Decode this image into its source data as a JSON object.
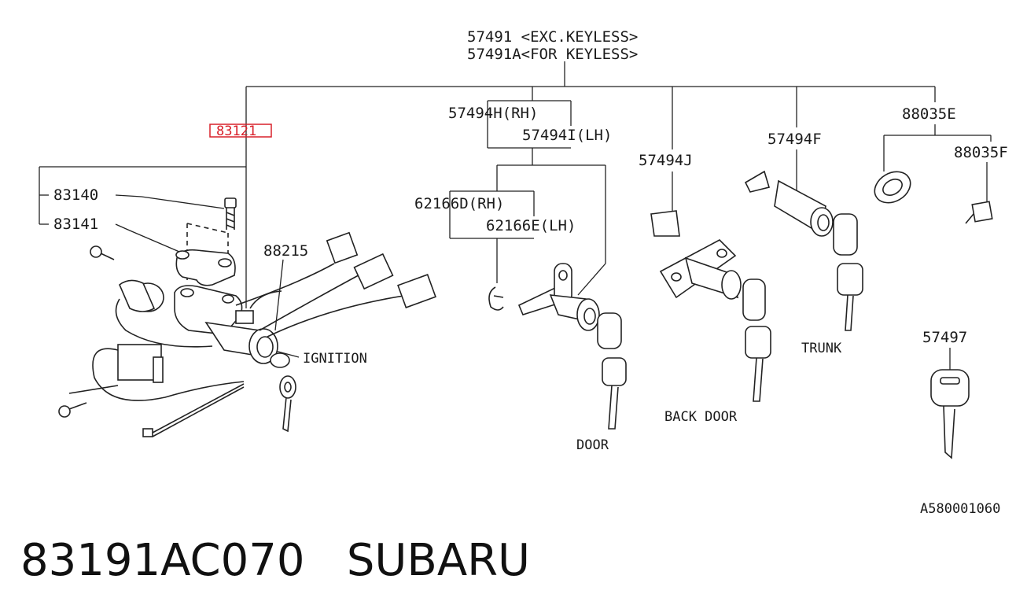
{
  "labels": {
    "p57491": "57491  <EXC.KEYLESS>",
    "p57491a": "57491A<FOR KEYLESS>",
    "p83121": "83121",
    "p83140": "83140",
    "p83141": "83141",
    "p88215": "88215",
    "ignition": "IGNITION",
    "p57494h": "57494H(RH)",
    "p57494i": "57494I(LH)",
    "p62166d": "62166D(RH)",
    "p62166e": "62166E(LH)",
    "door": "DOOR",
    "p57494j": "57494J",
    "back_door": "BACK DOOR",
    "p57494f": "57494F",
    "trunk": "TRUNK",
    "p88035e": "88035E",
    "p88035f": "88035F",
    "p57497": "57497",
    "figure_code": "A580001060"
  },
  "caption": {
    "part_number": "83191AC070",
    "brand": "SUBARU"
  },
  "colors": {
    "highlight": "#d9202a",
    "line": "#222222"
  }
}
